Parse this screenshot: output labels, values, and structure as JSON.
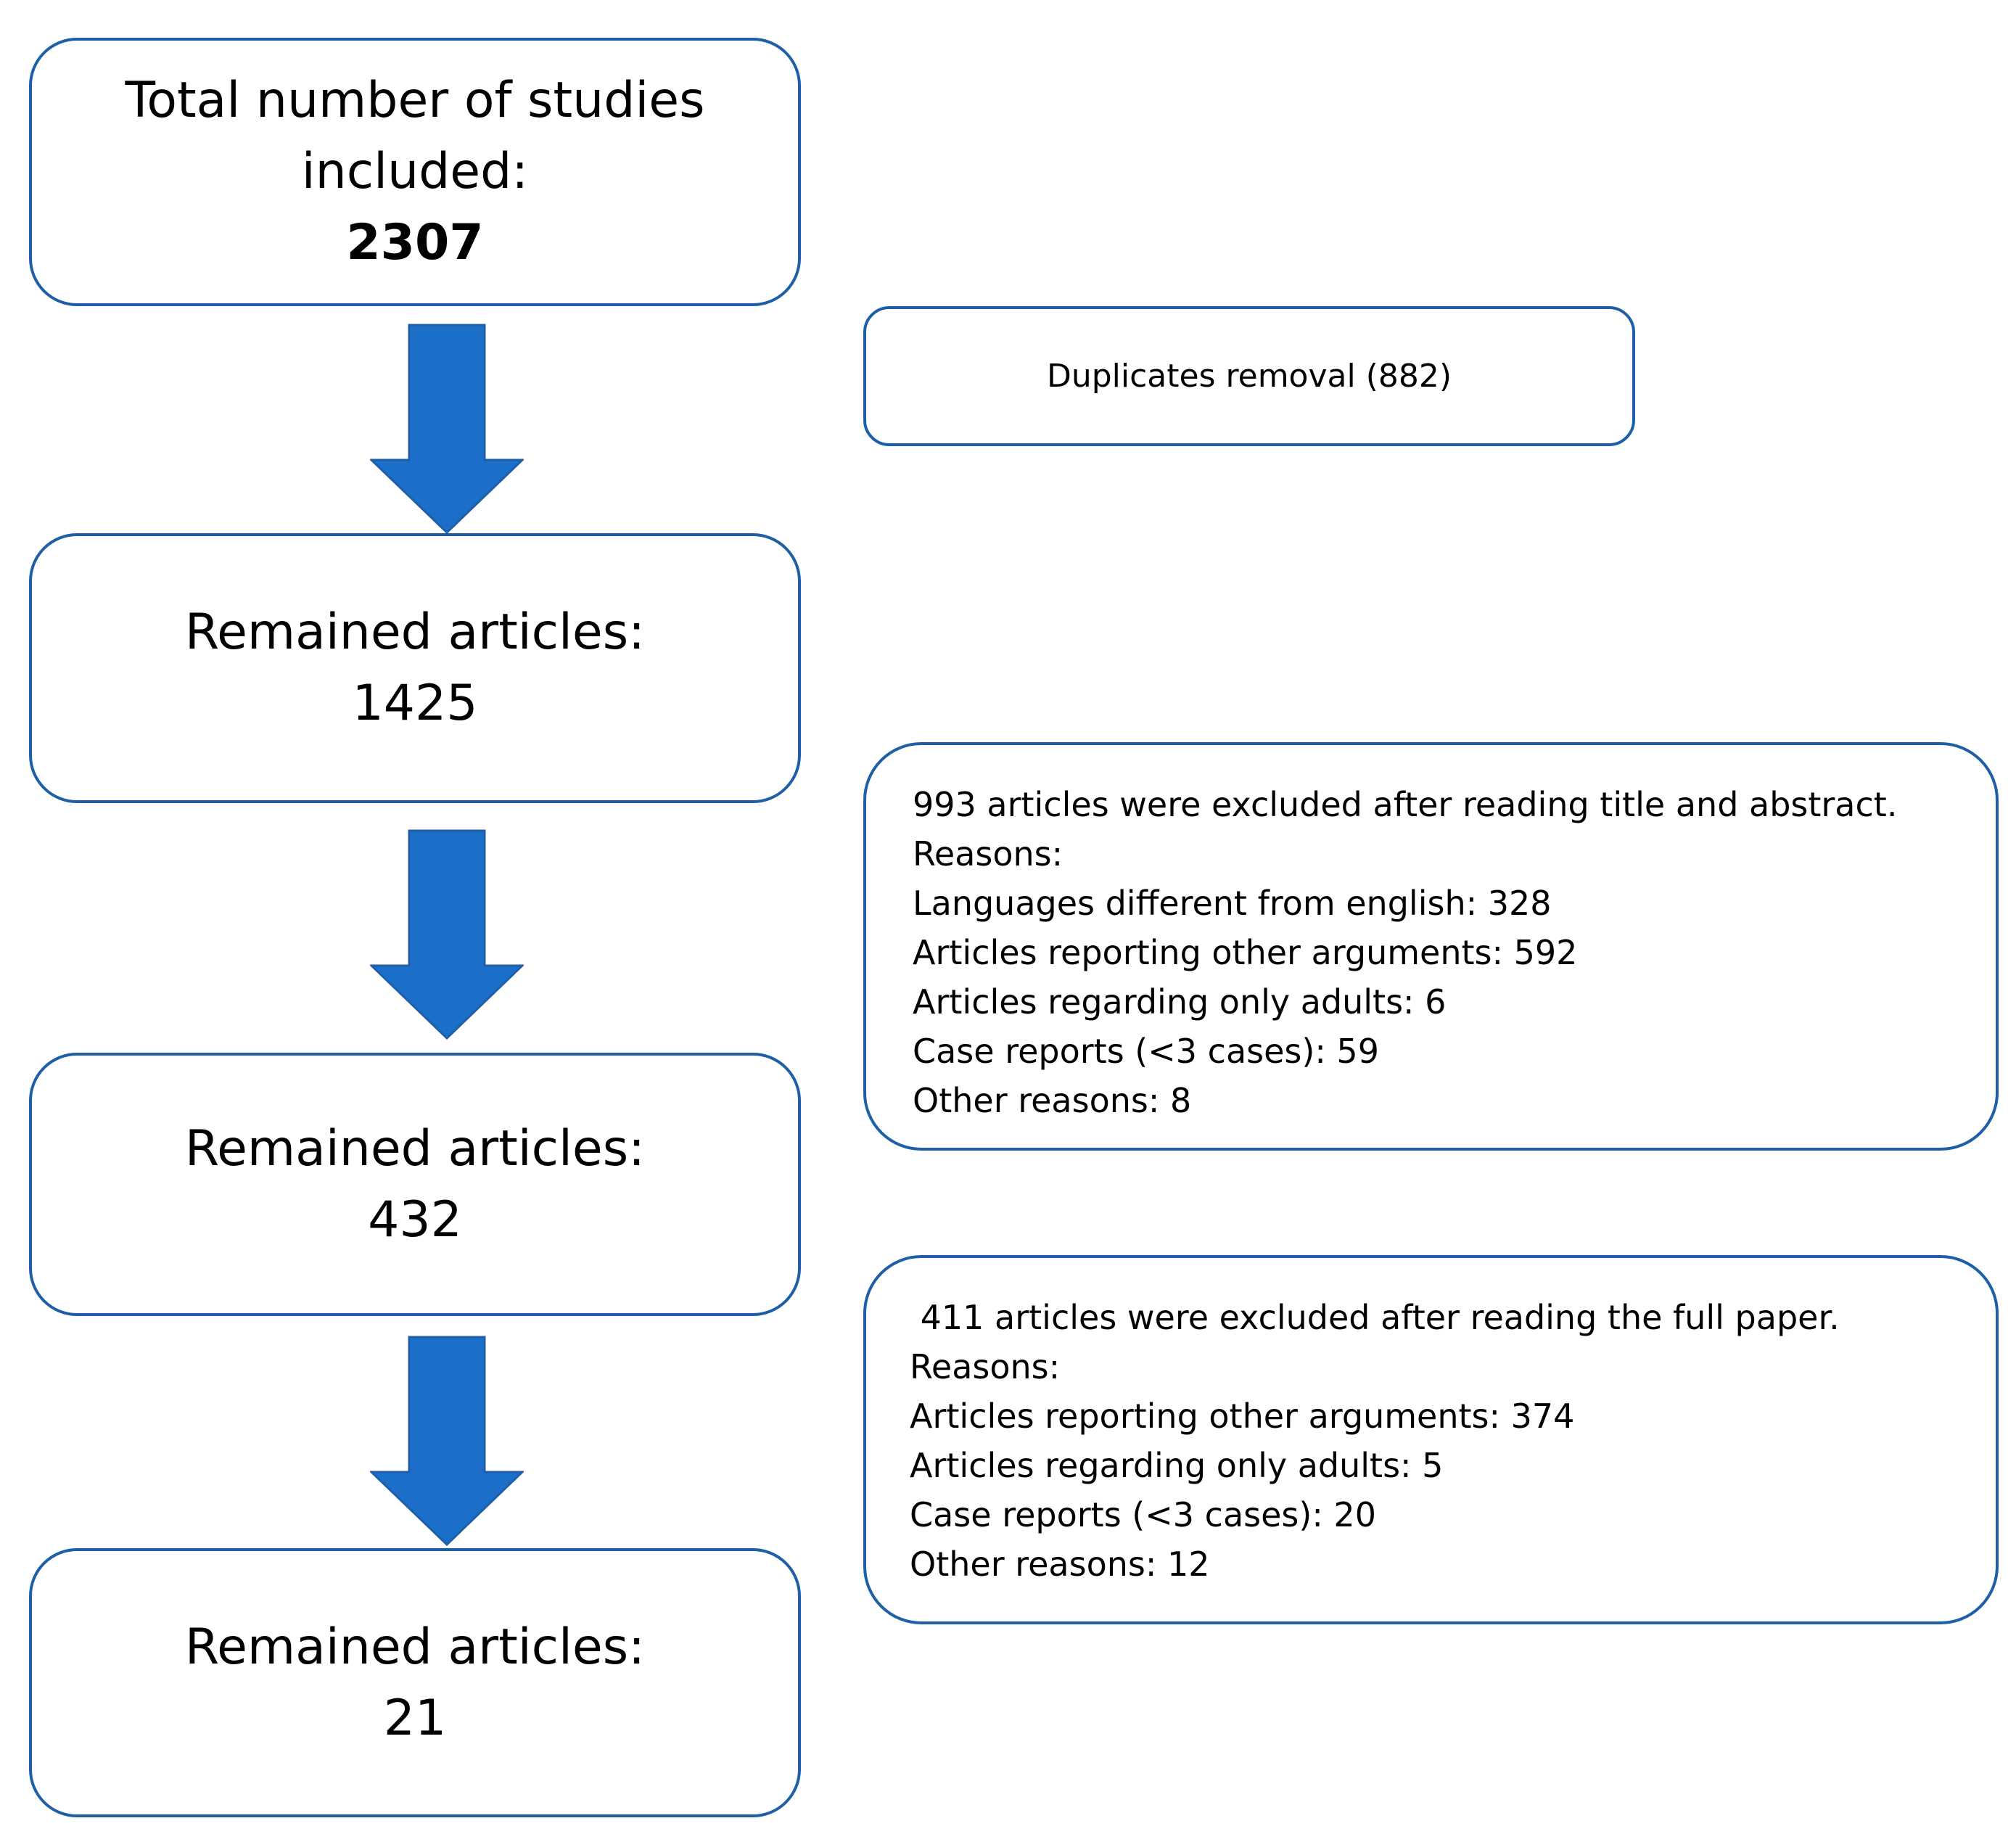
{
  "colors": {
    "box_border": "#1f5fa8",
    "arrow_fill": "#1b6fc8",
    "arrow_stroke": "#1f5fa8"
  },
  "flow": {
    "total": {
      "label": "Total number of studies included:",
      "value": "2307"
    },
    "remained_1": {
      "label": "Remained articles:",
      "value": "1425"
    },
    "remained_2": {
      "label": "Remained articles:",
      "value": "432"
    },
    "remained_3": {
      "label": "Remained articles:",
      "value": "21"
    }
  },
  "exclusions": {
    "duplicates": "Duplicates removal (882)",
    "screening": {
      "heading": "993 articles were excluded after reading title and abstract.",
      "reasons_label": "Reasons:",
      "items": [
        "Languages different from english: 328",
        "Articles reporting other arguments: 592",
        "Articles regarding only adults: 6",
        "Case reports (<3 cases): 59",
        "Other reasons: 8"
      ]
    },
    "full_text": {
      "heading": " 411 articles were excluded after reading the full paper.",
      "reasons_label": "Reasons:",
      "items": [
        "Articles reporting other arguments: 374",
        "Articles regarding only adults: 5",
        "Case reports (<3 cases): 20",
        "Other reasons: 12"
      ]
    }
  }
}
